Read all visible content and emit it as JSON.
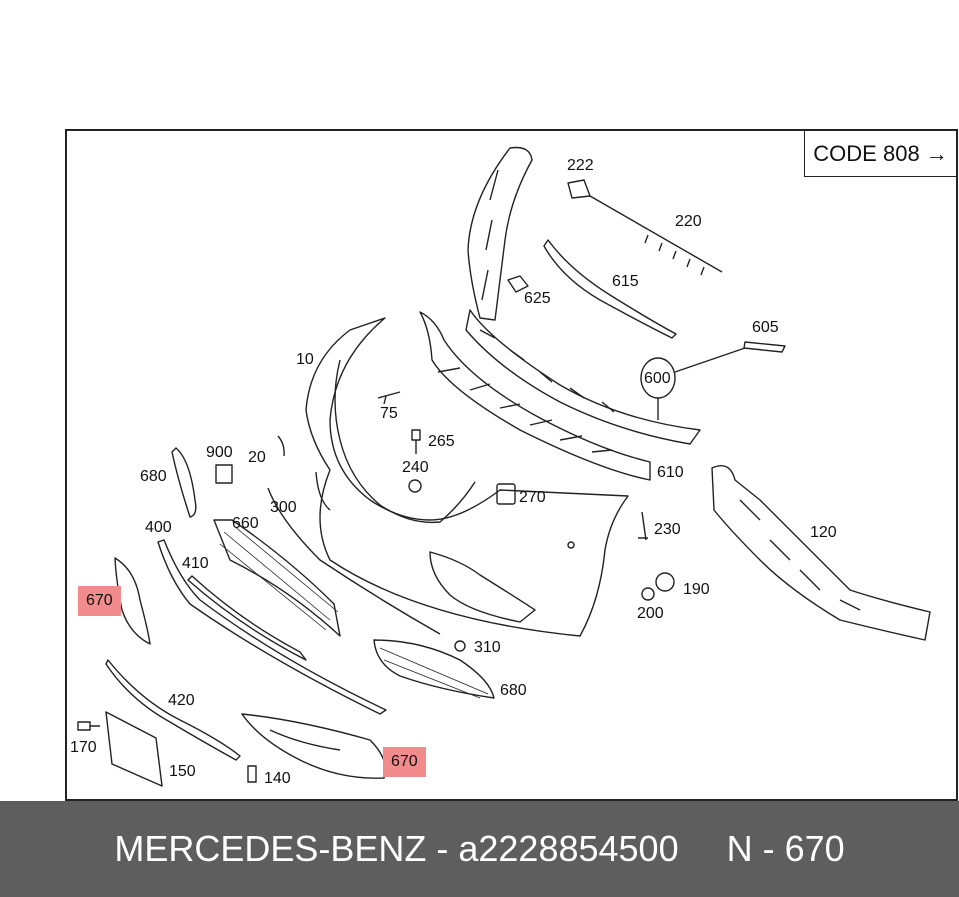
{
  "code_box": {
    "text": "CODE 808",
    "arrow": "→"
  },
  "labels": {
    "p222": "222",
    "p220": "220",
    "p625": "625",
    "p615": "615",
    "p605": "605",
    "p600": "600",
    "p10": "10",
    "p75": "75",
    "p265": "265",
    "p240": "240",
    "p270": "270",
    "p610": "610",
    "p900": "900",
    "p20": "20",
    "p680a": "680",
    "p300": "300",
    "p660": "660",
    "p400": "400",
    "p410": "410",
    "p230": "230",
    "p120": "120",
    "p190": "190",
    "p200": "200",
    "p310": "310",
    "p680b": "680",
    "p420": "420",
    "p170": "170",
    "p150": "150",
    "p140": "140"
  },
  "highlighted": {
    "left": "670",
    "bottom": "670"
  },
  "footer": {
    "brand": "MERCEDES-BENZ",
    "separator": " - ",
    "part_number": "a2228854500",
    "position": "N - 670"
  },
  "colors": {
    "highlight": "#f28b8b",
    "footer_bg": "#5e5e5e"
  }
}
